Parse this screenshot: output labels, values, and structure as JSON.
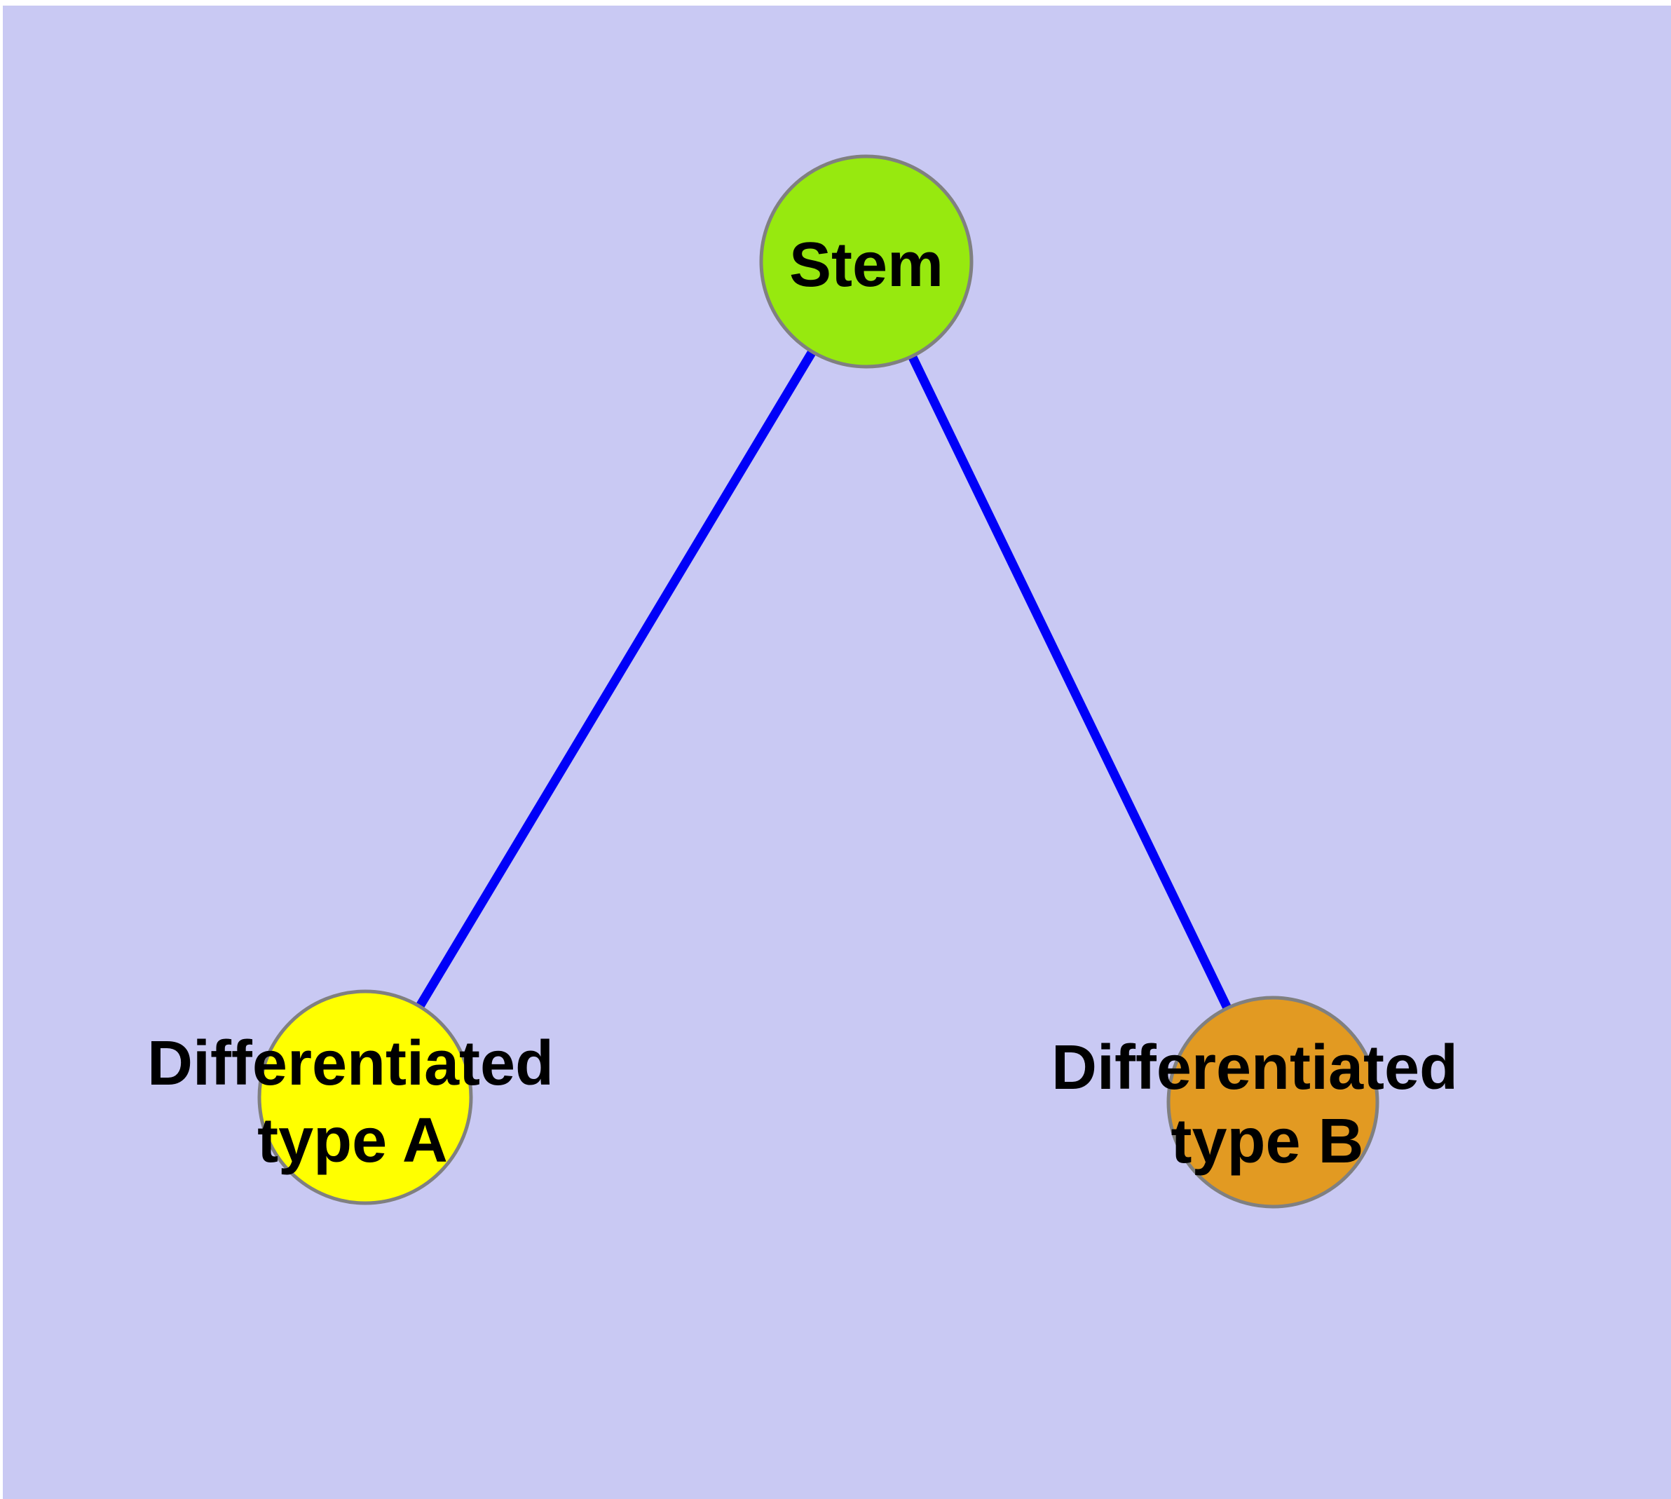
{
  "figure": {
    "background_color": "#C9C9F3",
    "margin_color": "#FFFFFF",
    "edge_color": "#0000F8",
    "node_border_color": "#808080",
    "label_color": "#000000",
    "nodes": [
      {
        "name": "stem",
        "label": "Stem",
        "fill": "#97E90F"
      },
      {
        "name": "differentiated-type-a",
        "label_line1": "Differentiated",
        "label_line2": "type A",
        "fill": "#FFFF00"
      },
      {
        "name": "differentiated-type-b",
        "label_line1": "Differentiated",
        "label_line2": "type B",
        "fill": "#E29A22"
      }
    ],
    "edges": [
      {
        "from": "Stem",
        "to": "Differentiated type A"
      },
      {
        "from": "Stem",
        "to": "Differentiated type B"
      }
    ]
  }
}
